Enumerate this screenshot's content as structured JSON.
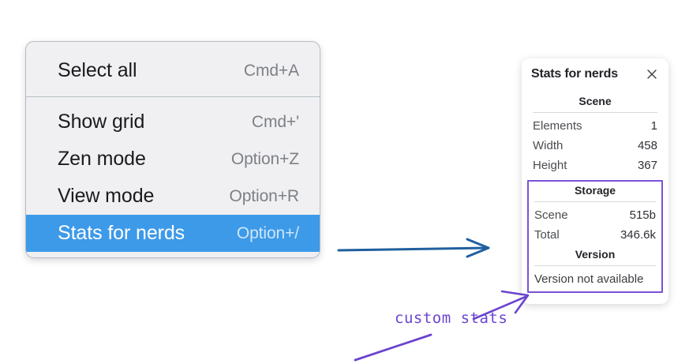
{
  "page": {
    "background": "#ffffff",
    "accent_blue": "#3d9ae8",
    "arrow_blue": "#1f5f9e",
    "annotation_purple": "#6b44cf",
    "highlight_purple": "#7b51d8"
  },
  "context_menu": {
    "groups": [
      {
        "items": [
          {
            "label": "Select all",
            "shortcut": "Cmd+A",
            "selected": false
          }
        ]
      },
      {
        "items": [
          {
            "label": "Show grid",
            "shortcut": "Cmd+'",
            "selected": false
          },
          {
            "label": "Zen mode",
            "shortcut": "Option+Z",
            "selected": false
          },
          {
            "label": "View mode",
            "shortcut": "Option+R",
            "selected": false
          },
          {
            "label": "Stats for nerds",
            "shortcut": "Option+/",
            "selected": true
          }
        ]
      }
    ]
  },
  "stats_panel": {
    "title": "Stats for nerds",
    "close_icon": "close-icon",
    "sections": [
      {
        "title": "Scene",
        "rows": [
          {
            "key": "Elements",
            "value": "1"
          },
          {
            "key": "Width",
            "value": "458"
          },
          {
            "key": "Height",
            "value": "367"
          }
        ]
      },
      {
        "title": "Storage",
        "rows": [
          {
            "key": "Scene",
            "value": "515b"
          },
          {
            "key": "Total",
            "value": "346.6k"
          }
        ]
      },
      {
        "title": "Version",
        "text": "Version not available"
      }
    ]
  },
  "annotations": {
    "custom_stats_label": "custom stats"
  }
}
